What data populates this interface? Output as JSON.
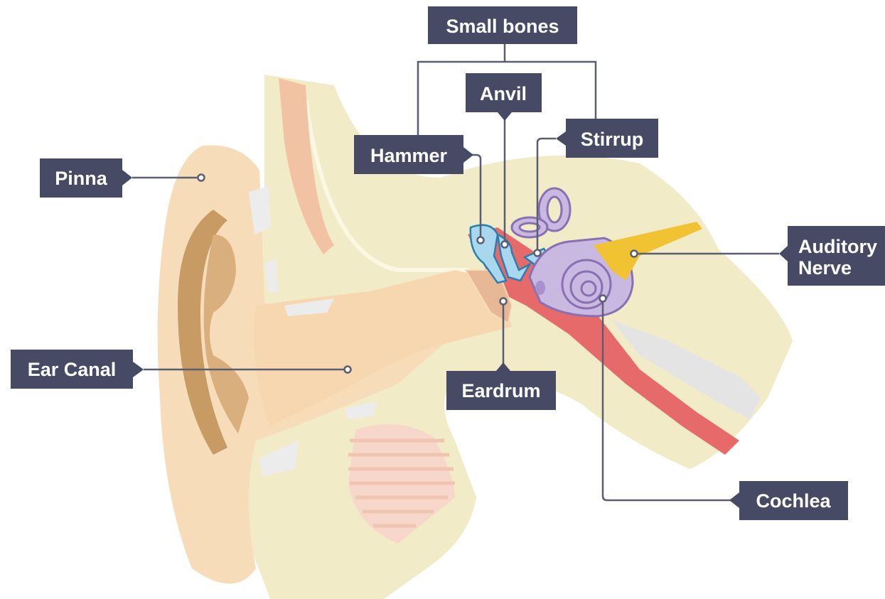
{
  "labels": {
    "small_bones": "Small bones",
    "anvil": "Anvil",
    "stirrup": "Stirrup",
    "hammer": "Hammer",
    "pinna": "Pinna",
    "auditory_nerve_line1": "Auditory",
    "auditory_nerve_line2": "Nerve",
    "ear_canal": "Ear Canal",
    "eardrum": "Eardrum",
    "cochlea": "Cochlea"
  },
  "colors": {
    "label_box": "#464a64",
    "skin": "#f6dcb8",
    "pinna_fold": "#c89a64",
    "tissue": "#f1ebc8",
    "bone_ossicles": "#a9d8ee",
    "eardrum": "#e8b896",
    "vessel": "#e66a6a",
    "cochlea": "#c9b8e0",
    "nerve": "#f1c232"
  }
}
